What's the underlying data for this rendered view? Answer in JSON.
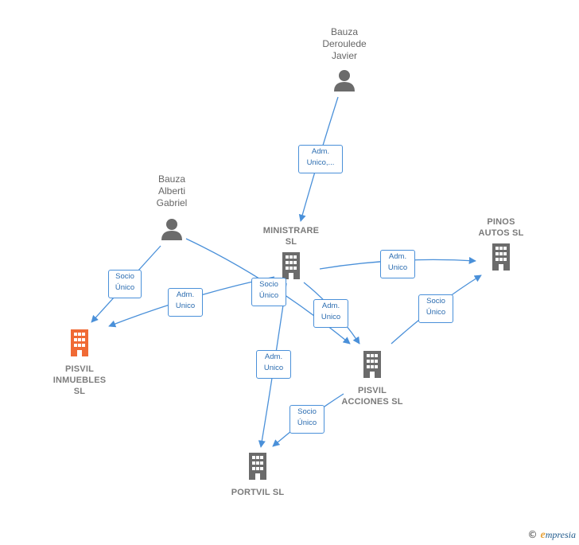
{
  "nodes": {
    "bauza_deroulede": {
      "label_lines": [
        "Bauza",
        "Deroulede",
        "Javier"
      ],
      "kind": "person"
    },
    "bauza_alberti": {
      "label_lines": [
        "Bauza",
        "Alberti",
        "Gabriel"
      ],
      "kind": "person"
    },
    "ministrare": {
      "label_lines": [
        "MINISTRARE",
        "SL"
      ],
      "kind": "company"
    },
    "pinos_autos": {
      "label_lines": [
        "PINOS",
        "AUTOS SL"
      ],
      "kind": "company"
    },
    "pisvil_inmuebles": {
      "label_lines": [
        "PISVIL",
        "INMUEBLES",
        "SL"
      ],
      "kind": "company-main"
    },
    "pisvil_acciones": {
      "label_lines": [
        "PISVIL",
        "ACCIONES SL"
      ],
      "kind": "company"
    },
    "portvil": {
      "label_lines": [
        "PORTVIL SL"
      ],
      "kind": "company"
    }
  },
  "edge_labels": {
    "deroulede_ministrare": [
      "Adm.",
      "Unico,..."
    ],
    "alberti_inmuebles": [
      "Socio",
      "Único"
    ],
    "ministrare_inmuebles": [
      "Adm.",
      "Unico"
    ],
    "alberti_acciones": [
      "Socio",
      "Único"
    ],
    "ministrare_pinos": [
      "Adm.",
      "Unico"
    ],
    "ministrare_acciones": [
      "Adm.",
      "Unico"
    ],
    "ministrare_portvil": [
      "Adm.",
      "Unico"
    ],
    "acciones_pinos": [
      "Socio",
      "Único"
    ],
    "acciones_portvil": [
      "Socio",
      "Único"
    ]
  },
  "footer": {
    "copyright": "©",
    "brand_first": "e",
    "brand_rest": "mpresia"
  },
  "colors": {
    "edge": "#4a90d9",
    "person_icon": "#6b6b6b",
    "company_icon": "#6b6b6b",
    "main_company_icon": "#f06a35"
  }
}
